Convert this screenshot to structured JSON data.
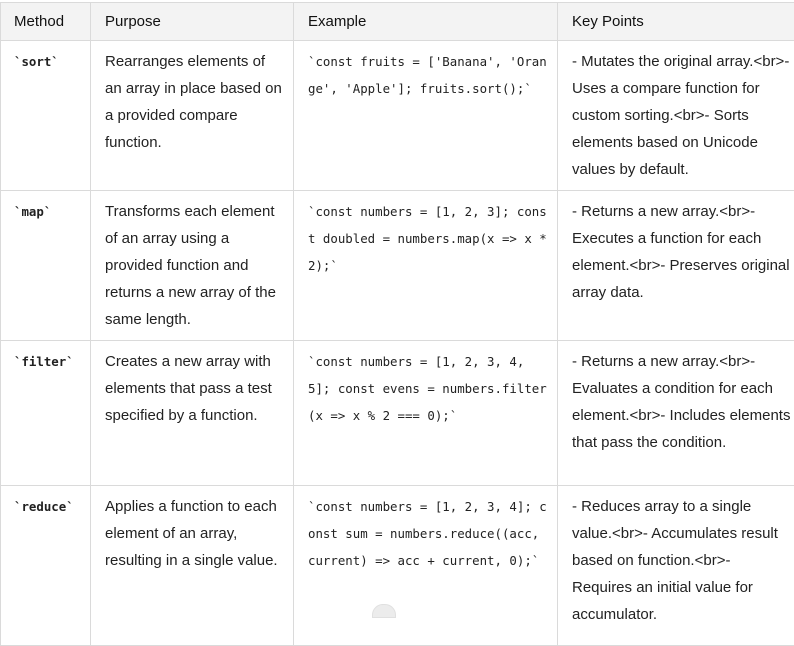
{
  "table": {
    "headers": [
      "Method",
      "Purpose",
      "Example",
      "Key Points"
    ],
    "rows": [
      {
        "method": "`sort`",
        "purpose": "Rearranges elements of an array in place based on a provided compare function.",
        "example": "`const fruits = ['Banana', 'Orange', 'Apple']; fruits.sort();`",
        "key_points": "- Mutates the original array.<br>- Uses a compare function for custom sorting.<br>- Sorts elements based on Unicode values by default."
      },
      {
        "method": "`map`",
        "purpose": "Transforms each element of an array using a provided function and returns a new array of the same length.",
        "example": "`const numbers = [1, 2, 3]; const doubled = numbers.map(x => x * 2);`",
        "key_points": "- Returns a new array.<br>- Executes a function for each element.<br>- Preserves original array data."
      },
      {
        "method": "`filter`",
        "purpose": "Creates a new array with elements that pass a test specified by a function.",
        "example": "`const numbers = [1, 2, 3, 4, 5]; const evens = numbers.filter(x => x % 2 === 0);`",
        "key_points": "- Returns a new array.<br>- Evaluates a condition for each element.<br>- Includes elements that pass the condition."
      },
      {
        "method": "`reduce`",
        "purpose": "Applies a function to each element of an array, resulting in a single value.",
        "example": "`const numbers = [1, 2, 3, 4]; const sum = numbers.reduce((acc, current) => acc + current, 0);`",
        "key_points": "- Reduces array to a single value.<br>- Accumulates result based on function.<br>- Requires an initial value for accumulator."
      }
    ]
  }
}
